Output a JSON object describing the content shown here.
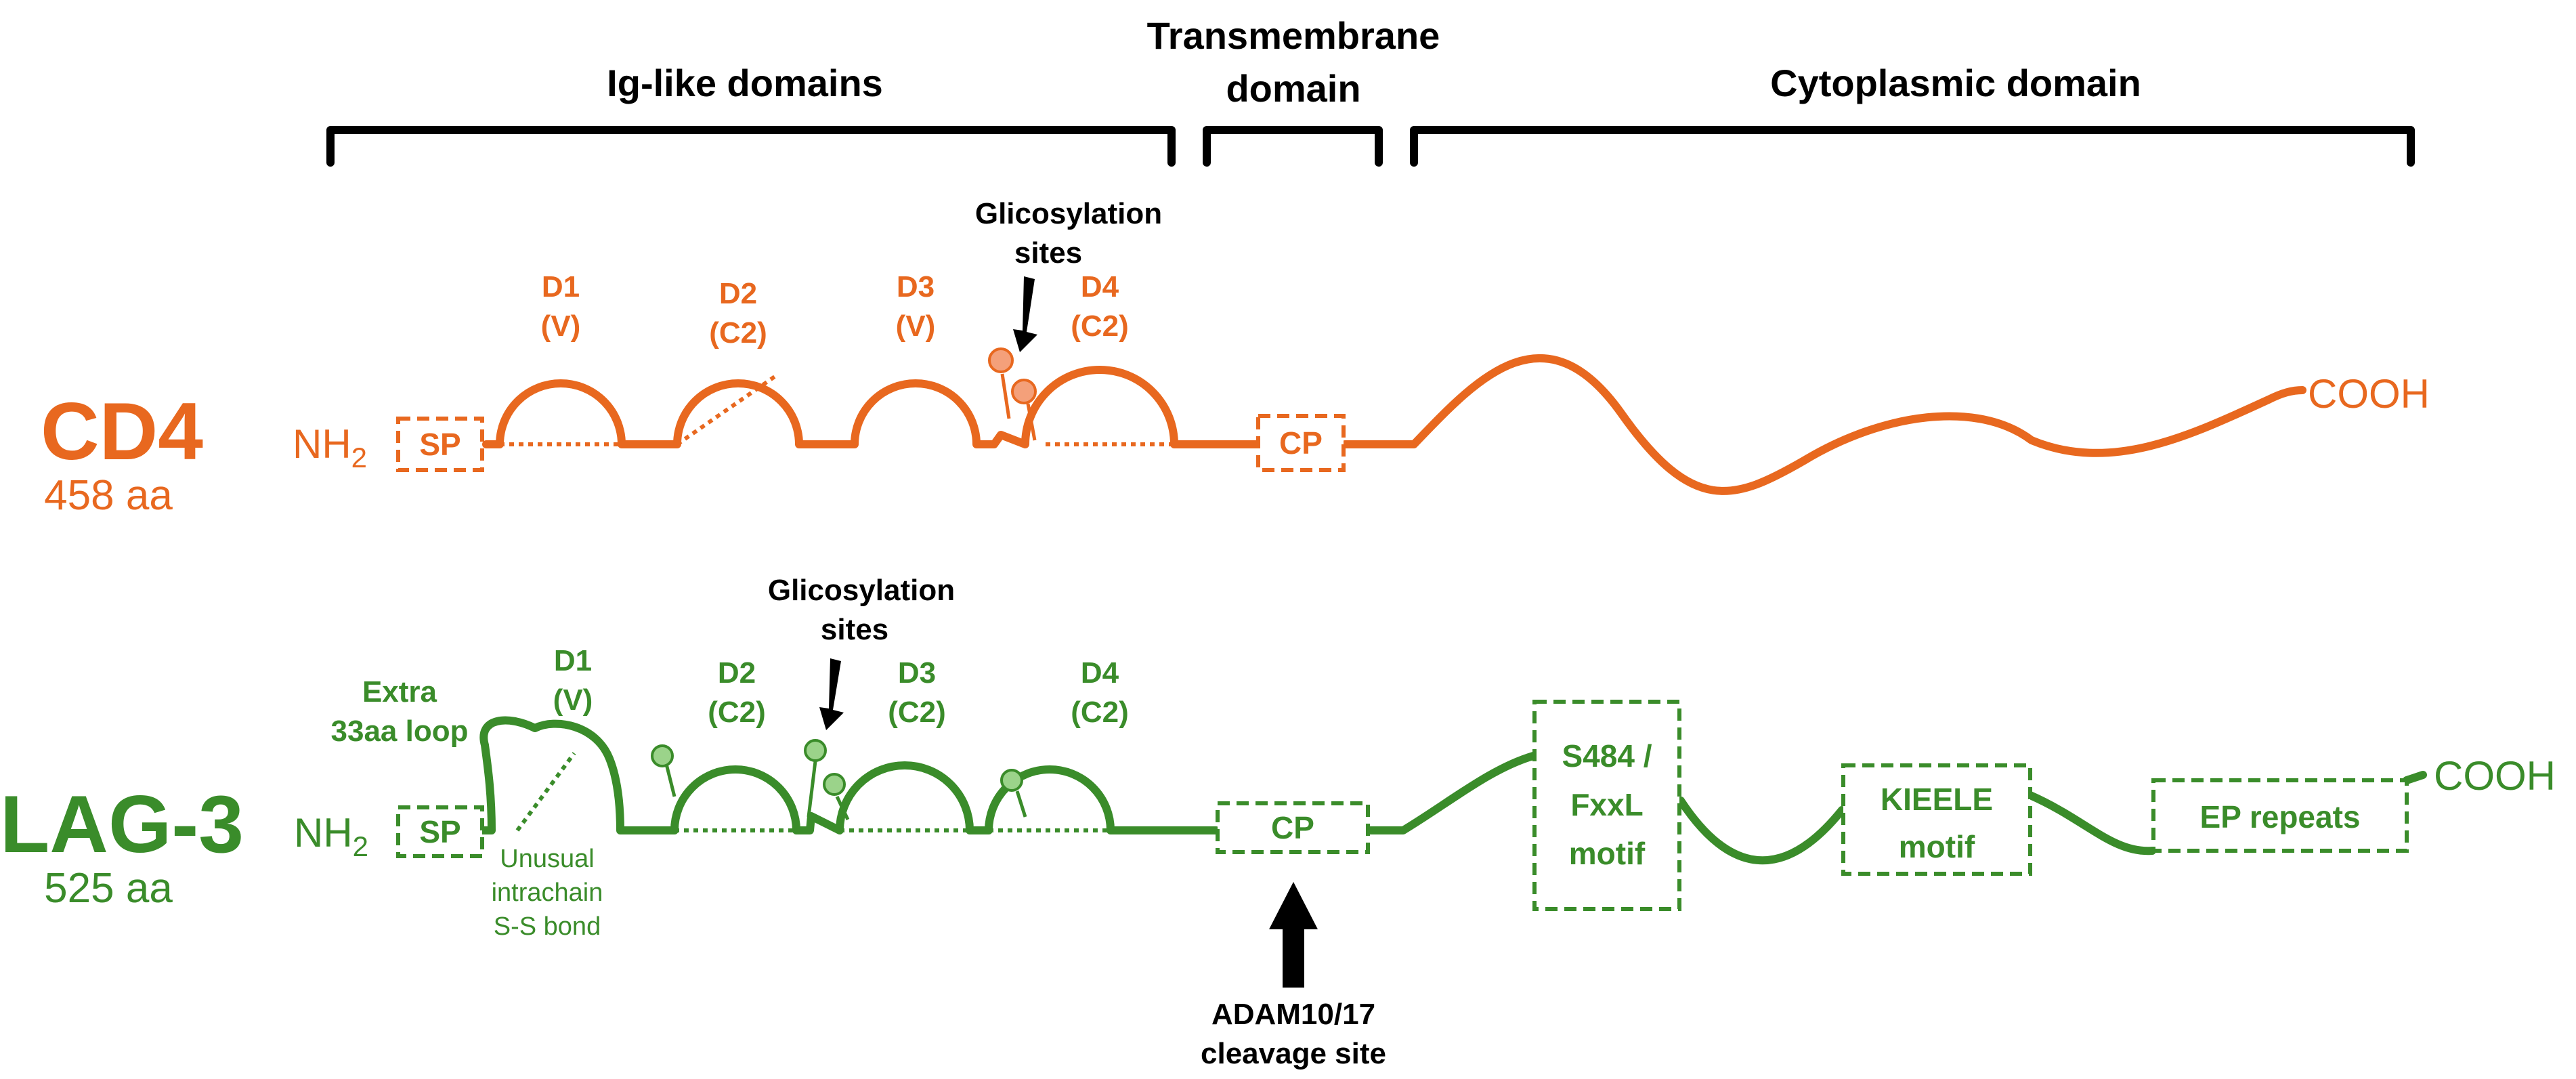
{
  "headers": {
    "ig_like": "Ig-like domains",
    "transmembrane_line1": "Transmembrane",
    "transmembrane_line2": "domain",
    "cytoplasmic": "Cytoplasmic domain"
  },
  "cd4": {
    "name": "CD4",
    "length": "458 aa",
    "n_terminus": "NH",
    "n_terminus_sub": "2",
    "c_terminus": "COOH",
    "signal_peptide": "SP",
    "connecting_peptide": "CP",
    "domains": [
      {
        "name": "D1",
        "type": "(V)"
      },
      {
        "name": "D2",
        "type": "(C2)"
      },
      {
        "name": "D3",
        "type": "(V)"
      },
      {
        "name": "D4",
        "type": "(C2)"
      }
    ],
    "glycosylation_line1": "Glicosylation",
    "glycosylation_line2": "sites",
    "color": "#e8681f"
  },
  "lag3": {
    "name": "LAG-3",
    "length": "525 aa",
    "n_terminus": "NH",
    "n_terminus_sub": "2",
    "c_terminus": "COOH",
    "signal_peptide": "SP",
    "connecting_peptide": "CP",
    "domains": [
      {
        "name": "D1",
        "type": "(V)"
      },
      {
        "name": "D2",
        "type": "(C2)"
      },
      {
        "name": "D3",
        "type": "(C2)"
      },
      {
        "name": "D4",
        "type": "(C2)"
      }
    ],
    "extra_loop_line1": "Extra",
    "extra_loop_line2": "33aa loop",
    "ss_bond_line1": "Unusual",
    "ss_bond_line2": "intrachain",
    "ss_bond_line3": "S-S bond",
    "glycosylation_line1": "Glicosylation",
    "glycosylation_line2": "sites",
    "motifs": {
      "s484_line1": "S484 /",
      "s484_line2": "FxxL",
      "s484_line3": "motif",
      "kieele_line1": "KIEELE",
      "kieele_line2": "motif",
      "ep_repeats": "EP repeats"
    },
    "cleavage_line1": "ADAM10/17",
    "cleavage_line2": "cleavage site",
    "color": "#3a8c2a"
  }
}
